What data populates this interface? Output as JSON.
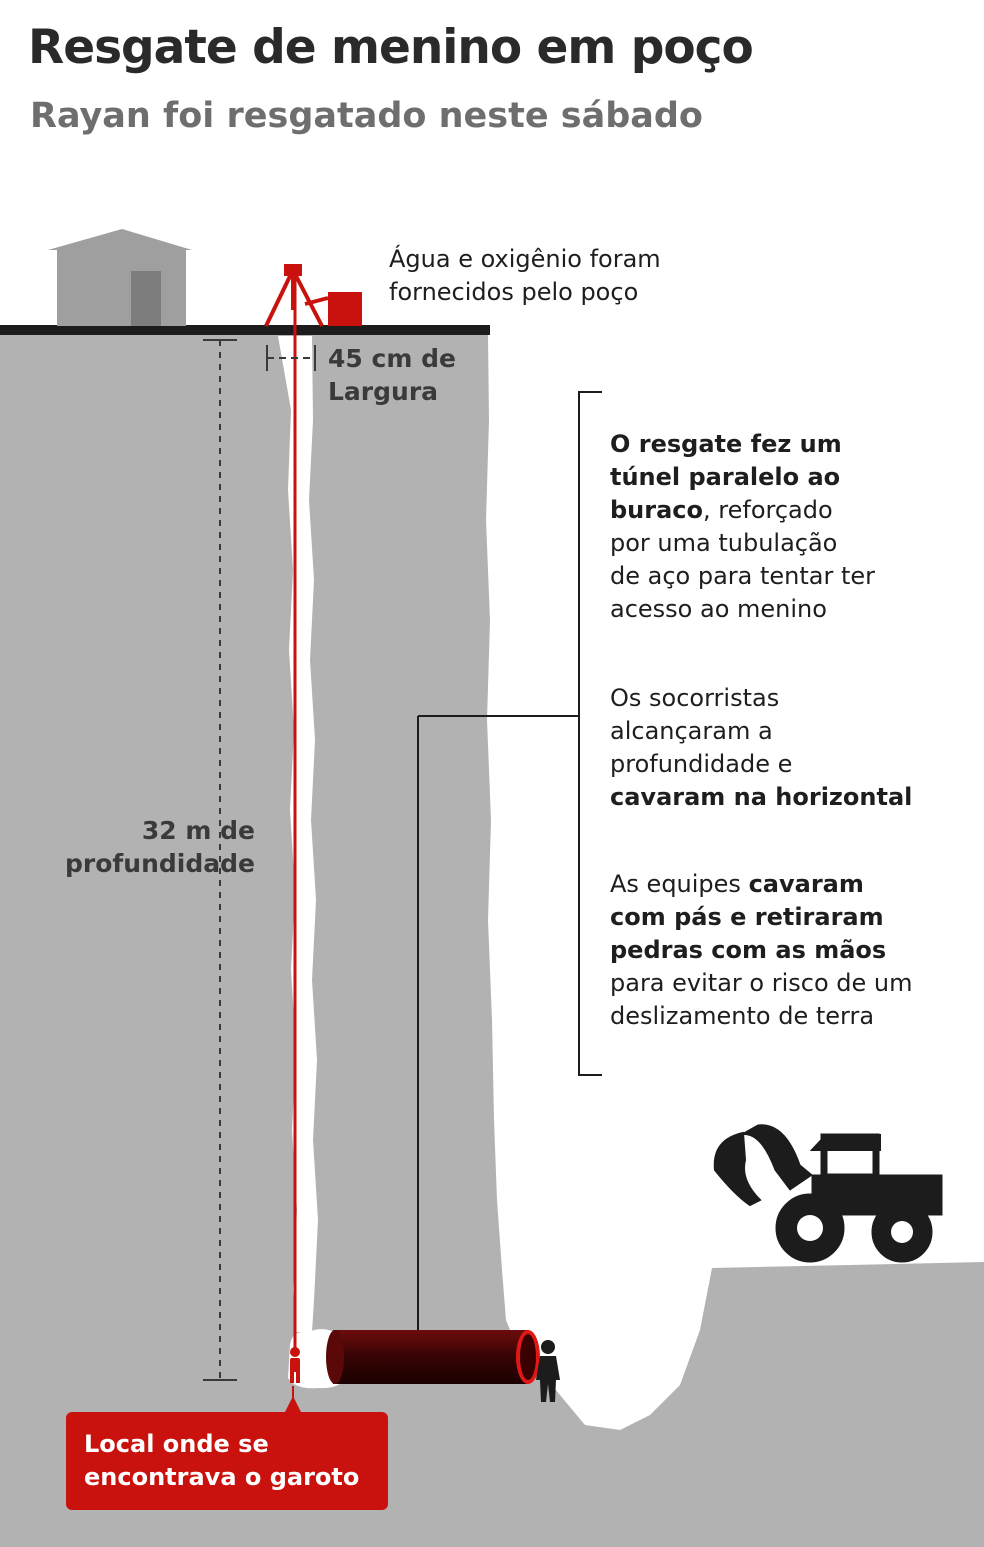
{
  "header": {
    "title": "Resgate de menino em poço",
    "subtitle": "Rayan foi resgatado neste sábado"
  },
  "annotations": {
    "supply": {
      "line1": "Água e oxigênio foram",
      "line2": "fornecidos pelo poço"
    },
    "width": {
      "line1": "45 cm de",
      "line2": "Largura"
    },
    "depth": {
      "line1": "32 m de",
      "line2": "profundidade"
    },
    "boy_location": {
      "line1": "Local onde se",
      "line2": "encontrava o garoto"
    }
  },
  "notes": {
    "tunnel": {
      "bold1": "O resgate fez um",
      "bold2": "túnel paralelo ao",
      "bold3": "buraco",
      "rest3": ", reforçado",
      "line4": "por uma tubulação",
      "line5": "de aço para tentar ter",
      "line6": "acesso ao menino"
    },
    "horizontal": {
      "line1": "Os socorristas",
      "line2": "alcançaram a",
      "line3": "profundidade e",
      "bold4": "cavaram na horizontal"
    },
    "shovels": {
      "pre1": "As equipes ",
      "bold1": "cavaram",
      "bold2": "com pás e retiraram",
      "bold3": "pedras com as mãos",
      "line4": "para evitar o risco de um",
      "line5": "deslizamento de terra"
    }
  },
  "colors": {
    "ground": "#b2b2b2",
    "house": "#9f9f9f",
    "accent_red": "#c9120e",
    "pipe": "#4a0606",
    "dark": "#1c1c1c"
  },
  "icons": [
    "house-icon",
    "tripod-icon",
    "supply-box-icon",
    "trapped-boy-icon",
    "rescuer-icon",
    "excavator-icon"
  ]
}
